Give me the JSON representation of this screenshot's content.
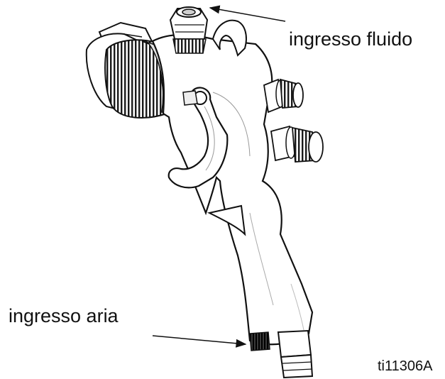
{
  "figure": {
    "subject": "spray-gun-illustration",
    "labels": {
      "fluid_inlet": "ingresso fluido",
      "air_inlet": "ingresso aria",
      "figure_id": "ti11306A"
    },
    "colors": {
      "line": "#111111",
      "body_fill": "#ffffff",
      "shadow": "#d9d9d9",
      "knurl_dark": "#2a2a2a"
    }
  }
}
